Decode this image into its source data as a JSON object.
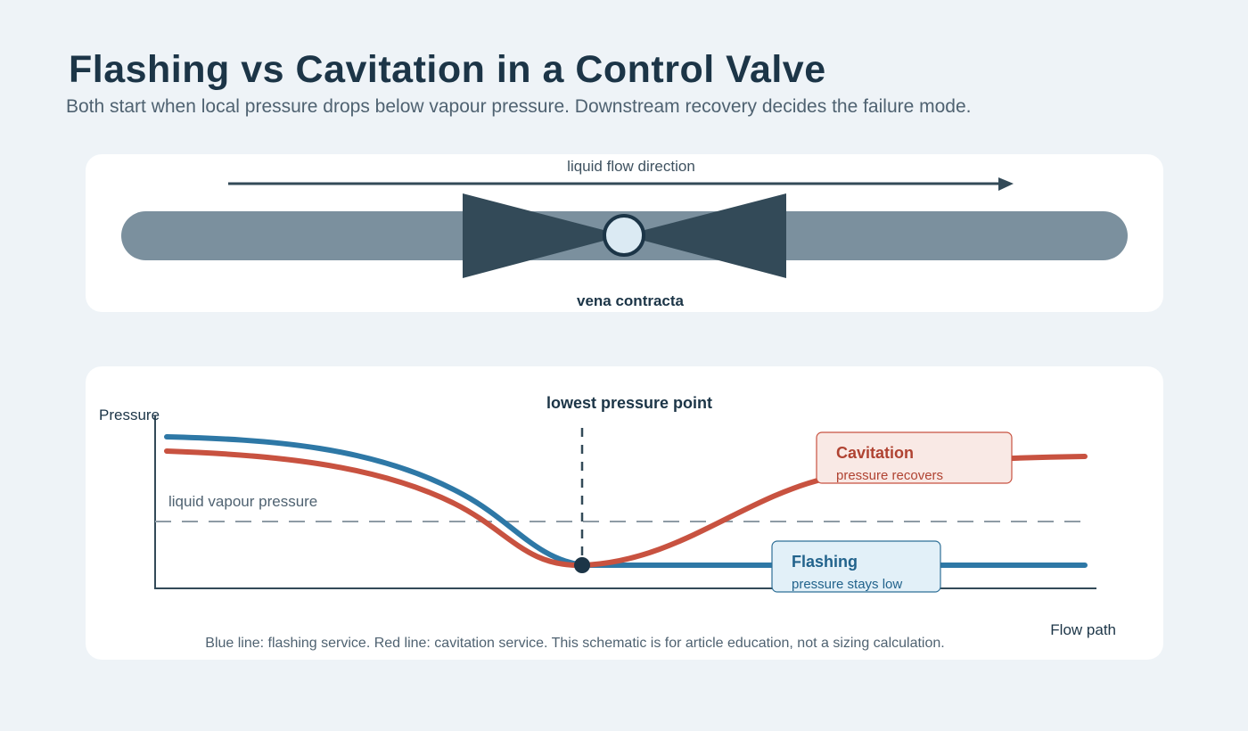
{
  "header": {
    "title": "Flashing vs Cavitation in a Control Valve",
    "subtitle": "Both start when local pressure drops below vapour pressure. Downstream recovery decides the failure mode."
  },
  "valve_diagram": {
    "flow_label": "liquid flow direction",
    "vena_label": "vena contracta"
  },
  "pressure_chart": {
    "y_axis_label": "Pressure",
    "x_axis_label": "Flow path",
    "vapour_label": "liquid vapour pressure",
    "lowest_label": "lowest pressure point",
    "cavitation": {
      "title": "Cavitation",
      "sub": "pressure recovers"
    },
    "flashing": {
      "title": "Flashing",
      "sub": "pressure stays low"
    },
    "footnote": "Blue line: flashing service. Red line: cavitation service. This schematic is for article education, not a sizing calculation."
  },
  "colors": {
    "flashing": "#2e78a6",
    "cavitation": "#c85240",
    "valve_body": "#334a58",
    "pipe": "#7b909e",
    "title": "#1c3547"
  }
}
